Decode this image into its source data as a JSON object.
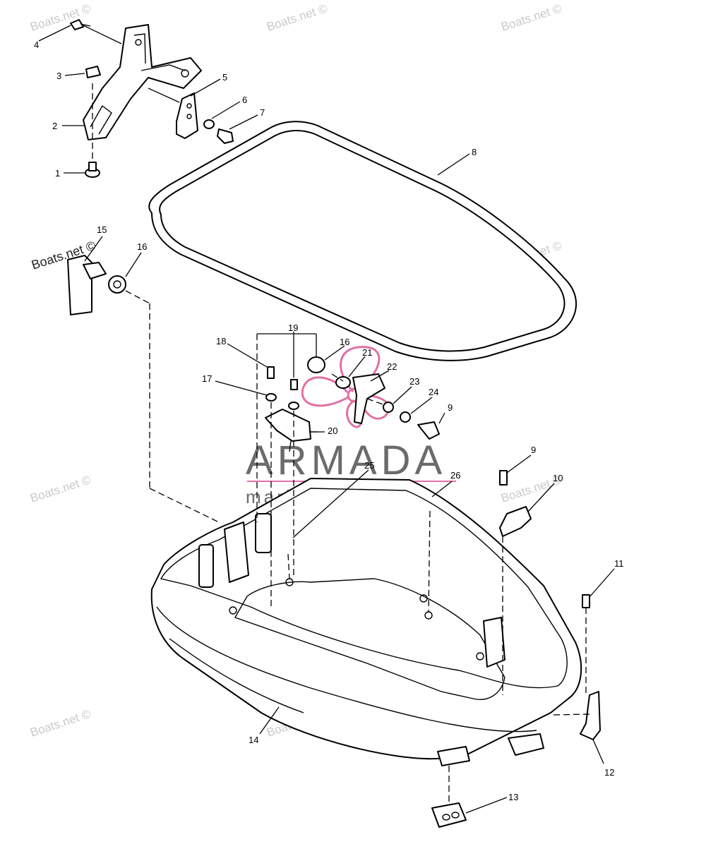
{
  "watermarks": {
    "site": "Boats.net ©",
    "brand_name": "ARMADA",
    "brand_tagline": "marine outboards"
  },
  "callouts": {
    "c1": "1",
    "c2": "2",
    "c3": "3",
    "c4": "4",
    "c5": "5",
    "c6": "6",
    "c7": "7",
    "c8": "8",
    "c9a": "9",
    "c9b": "9",
    "c10": "10",
    "c11": "11",
    "c12": "12",
    "c13": "13",
    "c14": "14",
    "c15": "15",
    "c16a": "16",
    "c16b": "16",
    "c17": "17",
    "c18": "18",
    "c19": "19",
    "c20": "20",
    "c21": "21",
    "c22": "22",
    "c23": "23",
    "c24": "24",
    "c25": "25",
    "c26": "26"
  },
  "colors": {
    "line": "#000000",
    "watermark": "#c9c9c9",
    "brand_text": "#6b6b6b",
    "brand_accent": "#e26fa5"
  }
}
